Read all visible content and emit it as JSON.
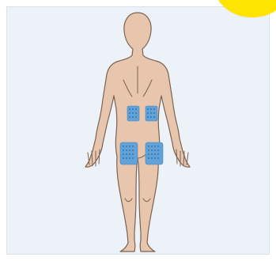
{
  "colors": {
    "background": "#edf2f8",
    "skin": "#e8c6ad",
    "outline": "#7b6250",
    "patch": "#62a2d6",
    "patch_dots": "#2f73b3",
    "badge": "#ffe400"
  },
  "illustration": {
    "view": "back",
    "regions": [
      "lower-back-left",
      "lower-back-right",
      "thigh-left",
      "thigh-right"
    ]
  }
}
